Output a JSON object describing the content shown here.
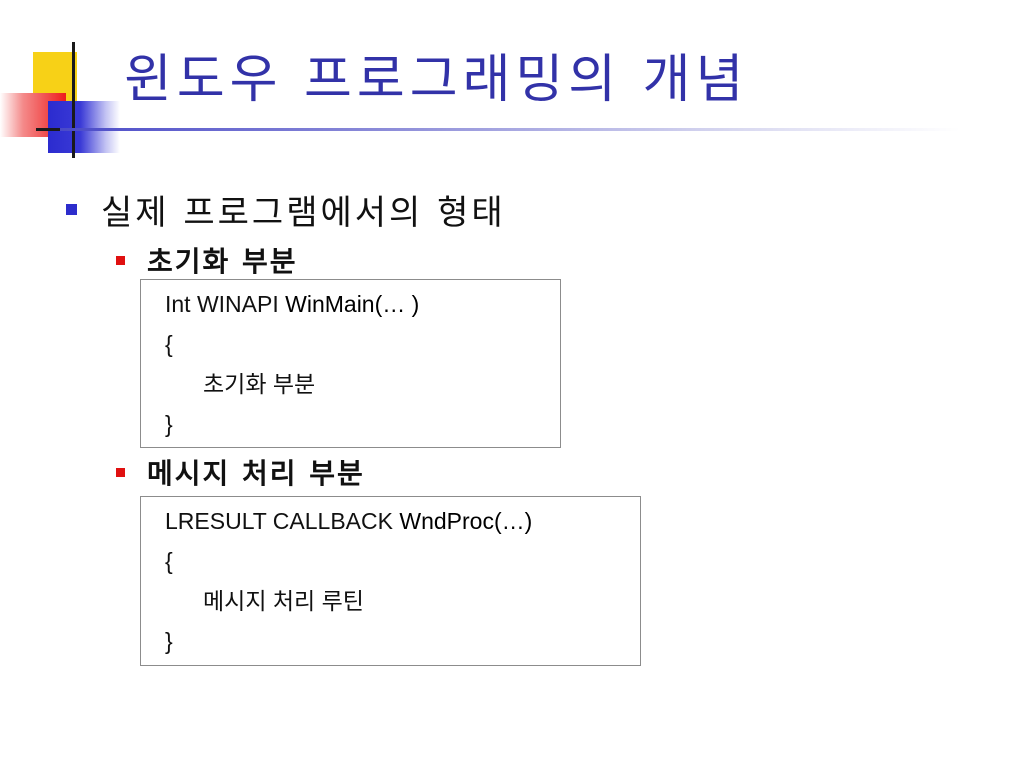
{
  "slide": {
    "title": "윈도우 프로그래밍의 개념",
    "bullet": "실제 프로그램에서의 형태",
    "sections": [
      {
        "heading": "초기화 부분",
        "code": {
          "signature_prefix": "Int WINAPI ",
          "signature_name": "WinMain(… )",
          "open_brace": "{",
          "body": "초기화 부분",
          "close_brace": "}"
        }
      },
      {
        "heading": "메시지 처리 부분",
        "code": {
          "signature_prefix": "LRESULT CALLBACK ",
          "signature_name": "WndProc(…)",
          "open_brace": "{",
          "body": "메시지 처리 루틴",
          "close_brace": "}"
        }
      }
    ]
  },
  "colors": {
    "title": "#3232a8",
    "bullet_level1": "#2d2dcc",
    "bullet_level2": "#e01010",
    "box_border": "#8c8c8c"
  }
}
